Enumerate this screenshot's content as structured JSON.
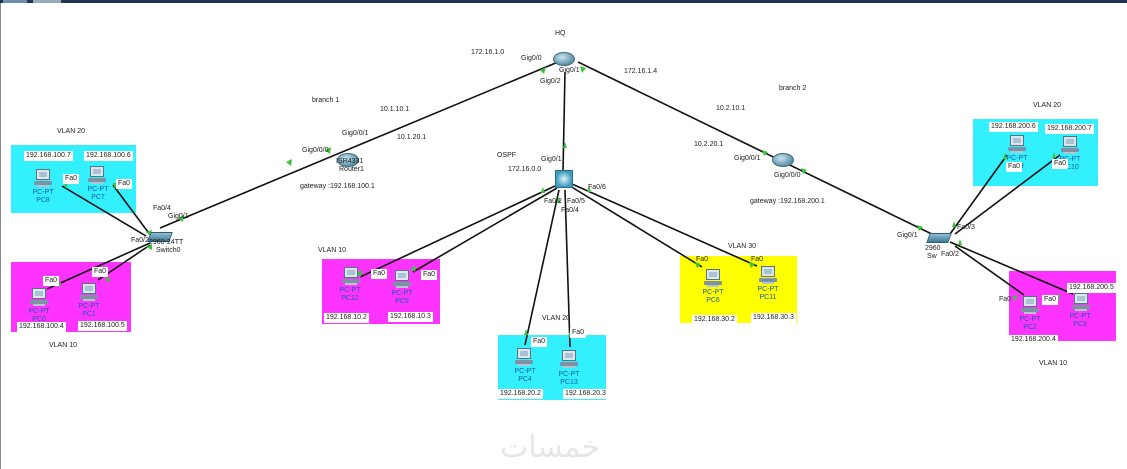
{
  "diagram": {
    "hq": {
      "name": "HQ",
      "ports": [
        "Gig0/0",
        "Gig0/1",
        "Gig0/2"
      ]
    },
    "networks": {
      "hq_branch1": "172.16.1.0",
      "hq_branch2": "172.16.1.4",
      "ospf_label": "OSPF",
      "ospf_net": "172.16.0.0"
    },
    "branch1": {
      "label": "branch 1",
      "router_model": "ISR4331",
      "router_name": "Router1",
      "port_up": "Gig0/0/1",
      "port_down": "Gig0/0/0",
      "sub1": "10.1.10.1",
      "sub2": "10.1.20.1",
      "gateway": "gateway :192.168.100.1",
      "switch_model": "2960-24TT",
      "switch_name": "Switch0",
      "switch_ports": [
        "Fa0/4",
        "Gig0/1",
        "Fa0/2"
      ],
      "vlan20": {
        "label": "VLAN 20",
        "pcs": [
          {
            "name": "PC8",
            "type": "PC-PT",
            "ip": "192.168.100.7",
            "port": "Fa0"
          },
          {
            "name": "PC7",
            "type": "PC-PT",
            "ip": "192.168.100.6",
            "port": "Fa0"
          }
        ]
      },
      "vlan10": {
        "label": "VLAN 10",
        "pcs": [
          {
            "name": "PC0",
            "type": "PC-PT",
            "ip": "192.168.100.4",
            "port": "Fa0"
          },
          {
            "name": "PC1",
            "type": "PC-PT",
            "ip": "192.168.100.5",
            "port": "Fa0"
          }
        ]
      }
    },
    "core": {
      "port_up": "Gig0/1",
      "ports": [
        "Fa0/2",
        "Fa0/5",
        "Fa0/4",
        "Fa0/6"
      ],
      "vlan10": {
        "label": "VLAN 10",
        "pcs": [
          {
            "name": "PC12",
            "type": "PC-PT",
            "ip": "192.168.10.2",
            "port": "Fa0"
          },
          {
            "name": "PC5",
            "type": "PC-PT",
            "ip": "192.168.10.3",
            "port": "Fa0"
          }
        ]
      },
      "vlan20": {
        "label": "VLAN 20",
        "pcs": [
          {
            "name": "PC4",
            "type": "PC-PT",
            "ip": "192.168.20.2",
            "port": "Fa0"
          },
          {
            "name": "PC13",
            "type": "PC-PT",
            "ip": "192.168.20.3",
            "port": "Fa0"
          }
        ]
      },
      "vlan30": {
        "label": "VLAN 30",
        "pcs": [
          {
            "name": "PC6",
            "type": "PC-PT",
            "ip": "192.168.30.2",
            "port": "Fa0"
          },
          {
            "name": "PC11",
            "type": "PC-PT",
            "ip": "192.168.30.3",
            "port": "Fa0"
          }
        ]
      }
    },
    "branch2": {
      "label": "branch 2",
      "port_up": "Gig0/0/1",
      "port_down": "Gig0/0/0",
      "sub1": "10.2.10.1",
      "sub2": "10.2.20.1",
      "gateway": "gateway :192.168.200.1",
      "switch_model": "2960",
      "switch_name": "Sw",
      "switch_ports": [
        "Gig0/1",
        "Fa0/3",
        "Fa0/2"
      ],
      "vlan20": {
        "label": "VLAN 20",
        "pcs": [
          {
            "name": "PC9",
            "type": "PC-PT",
            "ip": "192.168.200.6",
            "port": "Fa0"
          },
          {
            "name": "PC10",
            "type": "PC-PT",
            "ip": "192.168.200.7",
            "port": "Fa0"
          }
        ]
      },
      "vlan10": {
        "label": "VLAN 10",
        "pcs": [
          {
            "name": "PC2",
            "type": "PC-PT",
            "ip": "192.168.200.4",
            "port": "Fa0"
          },
          {
            "name": "PC3",
            "type": "PC-PT",
            "ip": "192.168.200.5",
            "port": "Fa0"
          }
        ]
      }
    },
    "watermark": "خمسات",
    "colors": {
      "vlan10": "#ff33ff",
      "vlan20": "#33f0ff",
      "vlan30": "#ffff00",
      "link": "#111111",
      "port_ok": "#39c439"
    }
  }
}
